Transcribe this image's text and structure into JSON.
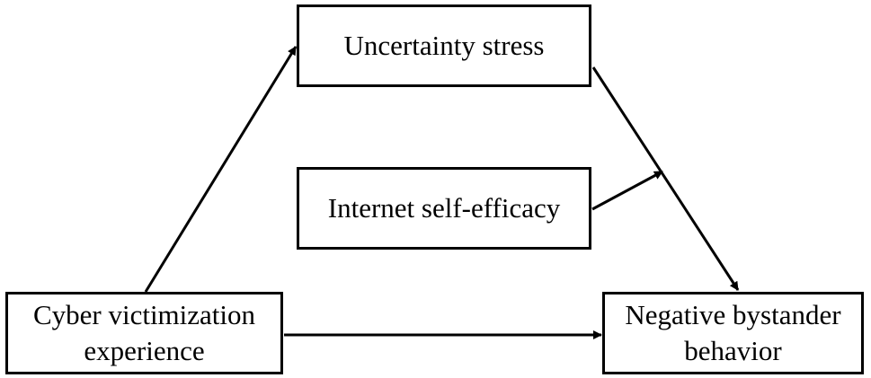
{
  "nodes": {
    "uncertainty_stress": {
      "label": "Uncertainty stress"
    },
    "internet_self_efficacy": {
      "label": "Internet self-efficacy"
    },
    "cyber_victimization": {
      "line1": "Cyber victimization",
      "line2": "experience"
    },
    "negative_bystander": {
      "line1": "Negative bystander",
      "line2": "behavior"
    }
  },
  "edges": [
    {
      "from": "cyber_victimization",
      "to": "uncertainty_stress"
    },
    {
      "from": "uncertainty_stress",
      "to": "negative_bystander"
    },
    {
      "from": "internet_self_efficacy",
      "to": "uncertainty_stress-negative_bystander path"
    },
    {
      "from": "cyber_victimization",
      "to": "negative_bystander"
    }
  ]
}
